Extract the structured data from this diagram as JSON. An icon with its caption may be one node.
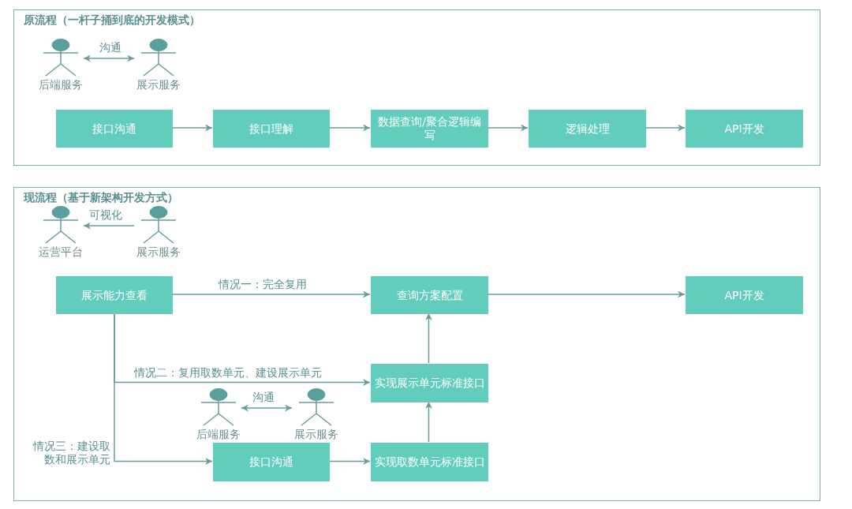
{
  "diagram": {
    "nodes": [
      {
        "text": [
          "原流程（一杆子捅到底的开发模式）"
        ]
      },
      {
        "text": [
          "后端服务"
        ],
        "in": 0
      },
      {
        "text": [
          "展示服务"
        ],
        "in": 0
      },
      {
        "text": [
          "接口沟通"
        ],
        "in": 0
      },
      {
        "text": [
          "接口理解"
        ],
        "in": 0
      },
      {
        "text": [
          "数据查询/聚合逻辑编写"
        ],
        "in": 0
      },
      {
        "text": [
          "逻辑处理"
        ],
        "in": 0
      },
      {
        "text": [
          "API开发"
        ],
        "in": 0
      },
      {
        "text": [
          "现流程（基于新架构开发方式）"
        ]
      },
      {
        "text": [
          "运营平台"
        ],
        "in": 8
      },
      {
        "text": [
          "展示服务"
        ],
        "in": 8
      },
      {
        "text": [
          "展示能力查看"
        ],
        "in": 8
      },
      {
        "text": [
          "查询方案配置"
        ],
        "in": 8
      },
      {
        "text": [
          "API开发"
        ],
        "in": 8
      },
      {
        "text": [
          "实现展示单元标准接口"
        ],
        "in": 8
      },
      {
        "text": [
          "后端服务"
        ],
        "in": 8
      },
      {
        "text": [
          "展示服务"
        ],
        "in": 8
      },
      {
        "text": [
          "接口沟通"
        ],
        "in": 8
      },
      {
        "text": [
          "实现取数单元标准接口"
        ],
        "in": 8
      }
    ],
    "edges": [
      {
        "from": 1,
        "to": 2,
        "arrow": "both",
        "label": "沟通"
      },
      {
        "from": 3,
        "to": 4,
        "arrow": "to"
      },
      {
        "from": 4,
        "to": 5,
        "arrow": "to"
      },
      {
        "from": 5,
        "to": 6,
        "arrow": "to"
      },
      {
        "from": 6,
        "to": 7,
        "arrow": "to"
      },
      {
        "from": 10,
        "to": 9,
        "arrow": "to",
        "label": "可视化"
      },
      {
        "from": 11,
        "to": 12,
        "arrow": "to",
        "label": "情况一：完全复用"
      },
      {
        "from": 12,
        "to": 13,
        "arrow": "to"
      },
      {
        "from": 11,
        "to": 14,
        "arrow": "to",
        "label": "情况二：复用取数单元、建设展示单元"
      },
      {
        "from": 11,
        "to": 17,
        "arrow": "to",
        "label": "情况三：建设取数和展示单元"
      },
      {
        "from": 15,
        "to": 16,
        "arrow": "both",
        "label": "沟通"
      },
      {
        "from": 17,
        "to": 18,
        "arrow": "to"
      },
      {
        "from": 18,
        "to": 14,
        "arrow": "to"
      },
      {
        "from": 14,
        "to": 12,
        "arrow": "to"
      }
    ]
  }
}
